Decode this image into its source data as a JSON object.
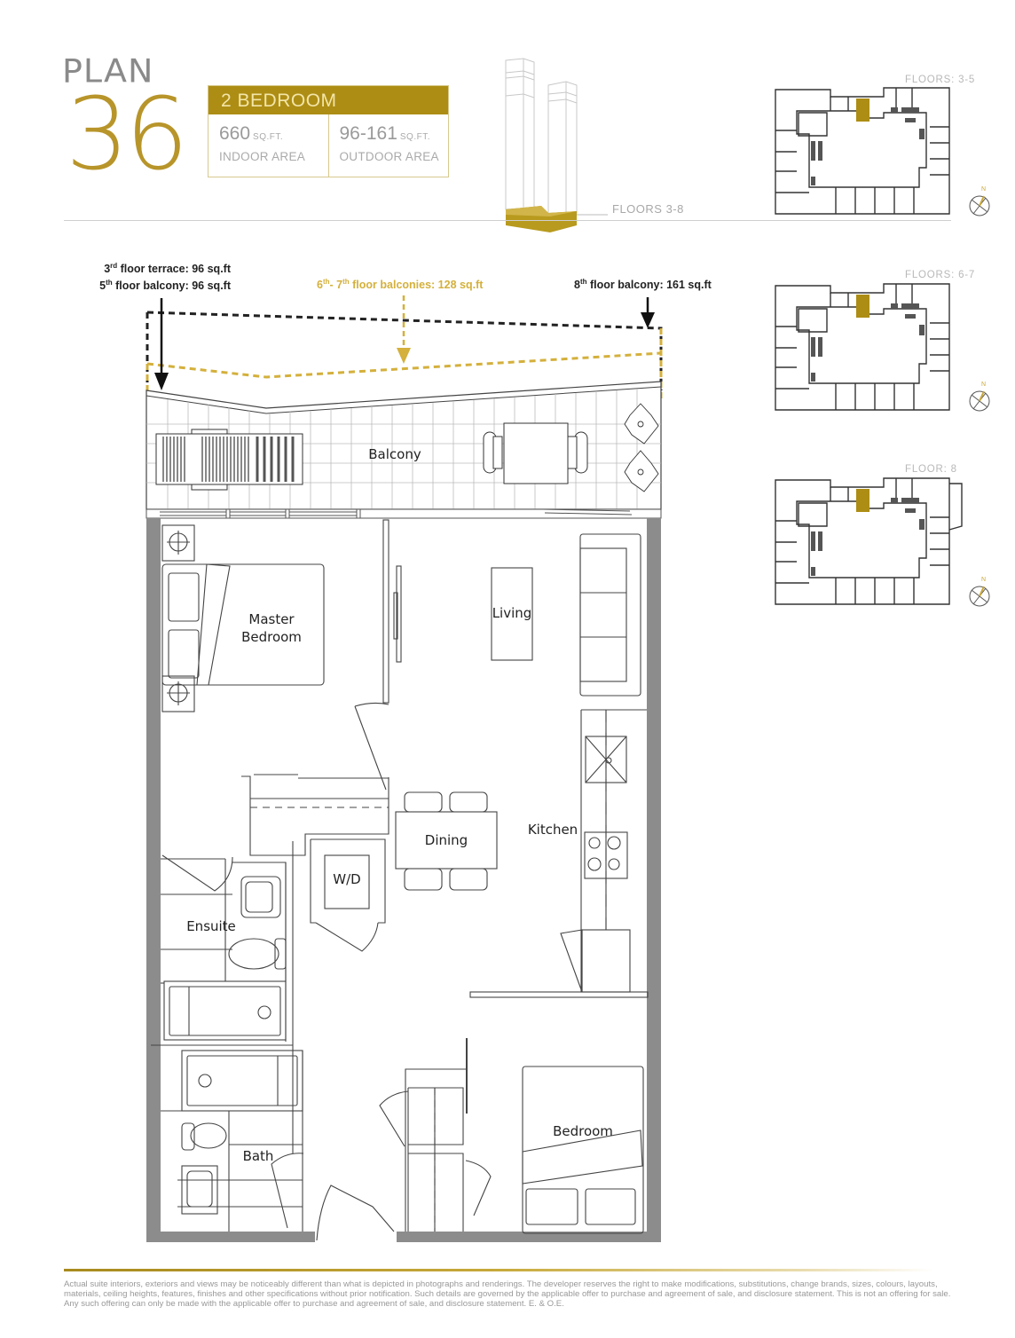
{
  "header": {
    "plan_word": "PLAN",
    "plan_number": "36",
    "unit_type": "2 BEDROOM",
    "indoor": {
      "value": "660",
      "unit": "SQ.FT.",
      "label": "INDOOR AREA"
    },
    "outdoor": {
      "value": "96-161",
      "unit": "SQ.FT.",
      "label": "OUTDOOR AREA"
    },
    "tower_floors_label": "FLOORS 3-8"
  },
  "key_plans": [
    {
      "label": "FLOORS: 3-5",
      "compass": "N"
    },
    {
      "label": "FLOORS: 6-7",
      "compass": "N"
    },
    {
      "label": "FLOOR: 8",
      "compass": "N"
    }
  ],
  "annotations": {
    "left_line1_num": "3",
    "left_line1_sup": "rd",
    "left_line1_text": " floor terrace: 96 sq.ft",
    "left_line2_num": "5",
    "left_line2_sup": "th",
    "left_line2_text": " floor balcony: 96 sq.ft",
    "mid_num1": "6",
    "mid_sup1": "th",
    "mid_dash": "- ",
    "mid_num2": "7",
    "mid_sup2": "th",
    "mid_text": " floor balconies: 128 sq.ft",
    "right_num": "8",
    "right_sup": "th",
    "right_text": " floor balcony: 161 sq.ft"
  },
  "rooms": {
    "balcony": "Balcony",
    "master_bedroom_line1": "Master",
    "master_bedroom_line2": "Bedroom",
    "living": "Living",
    "dining": "Dining",
    "kitchen": "Kitchen",
    "wd": "W/D",
    "ensuite": "Ensuite",
    "bath": "Bath",
    "bedroom": "Bedroom"
  },
  "colors": {
    "gold": "#ad8d14",
    "gold_light": "#d4b03c",
    "wall": "#8c8c8c"
  },
  "footer": {
    "disclaimer": "Actual suite interiors, exteriors and views may be noticeably different than what is depicted in photographs and renderings. The developer reserves the right to make modifications, substitutions, change brands, sizes, colours, layouts, materials, ceiling heights, features, finishes and other specifications without prior notification. Such details are governed by the applicable offer to purchase and agreement of sale, and disclosure statement. This is not an offering for sale. Any such offering can only be made with the applicable offer to purchase and agreement of sale, and disclosure statement. E. & O.E."
  }
}
